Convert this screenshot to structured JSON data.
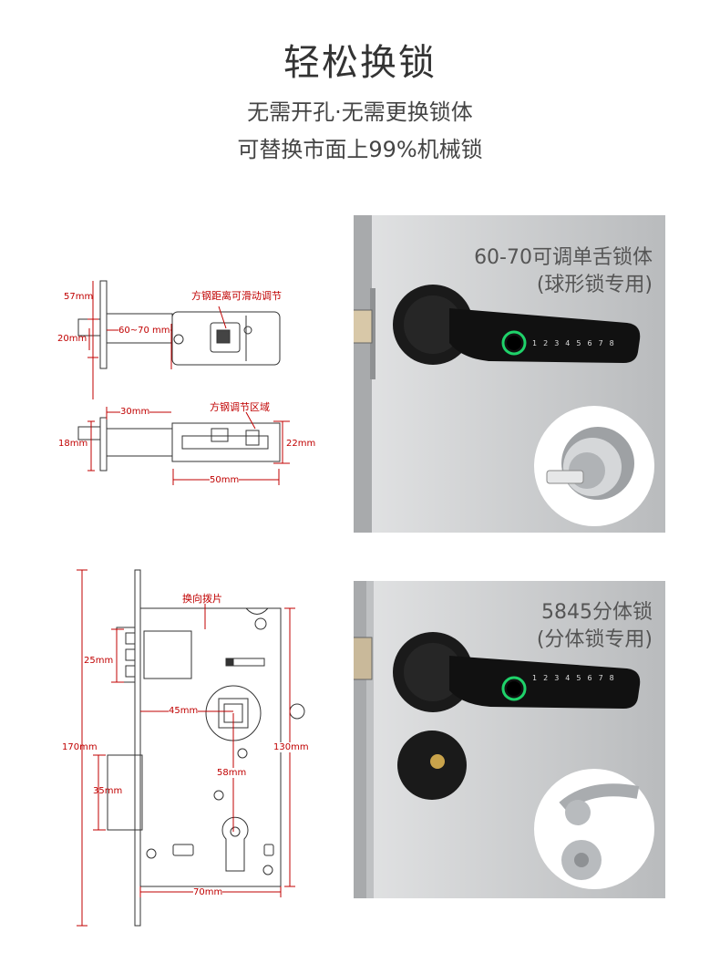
{
  "header": {
    "title": "轻松换锁",
    "subtitle_1": "无需开孔·无需更换锁体",
    "subtitle_2": "可替换市面上99%机械锁"
  },
  "diagram_top": {
    "callout_1": "方钢距离可滑动调节",
    "callout_2": "方钢调节区域",
    "dims": {
      "d57": "57mm",
      "d20": "20mm",
      "d6070": "60~70 mm",
      "d30": "30mm",
      "d18": "18mm",
      "d22": "22mm",
      "d50": "50mm"
    }
  },
  "diagram_bottom": {
    "callout": "换向拨片",
    "dims": {
      "d25": "25mm",
      "d45": "45mm",
      "d170": "170mm",
      "d130": "130mm",
      "d58": "58mm",
      "d35": "35mm",
      "d70": "70mm"
    }
  },
  "product_1": {
    "caption_1": "60-70可调单舌锁体",
    "caption_2": "(球形锁专用)",
    "keypad": [
      "1",
      "2",
      "3",
      "4",
      "5",
      "6",
      "7",
      "8"
    ]
  },
  "product_2": {
    "caption_1": "5845分体锁",
    "caption_2": "(分体锁专用)",
    "keypad": [
      "1",
      "2",
      "3",
      "4",
      "5",
      "6",
      "7",
      "8"
    ]
  },
  "colors": {
    "dimension_red": "#c00000",
    "photo_bg": "#cfd1d3",
    "lock_black": "#1a1a1a",
    "fingerprint_green": "#1fd26a"
  }
}
